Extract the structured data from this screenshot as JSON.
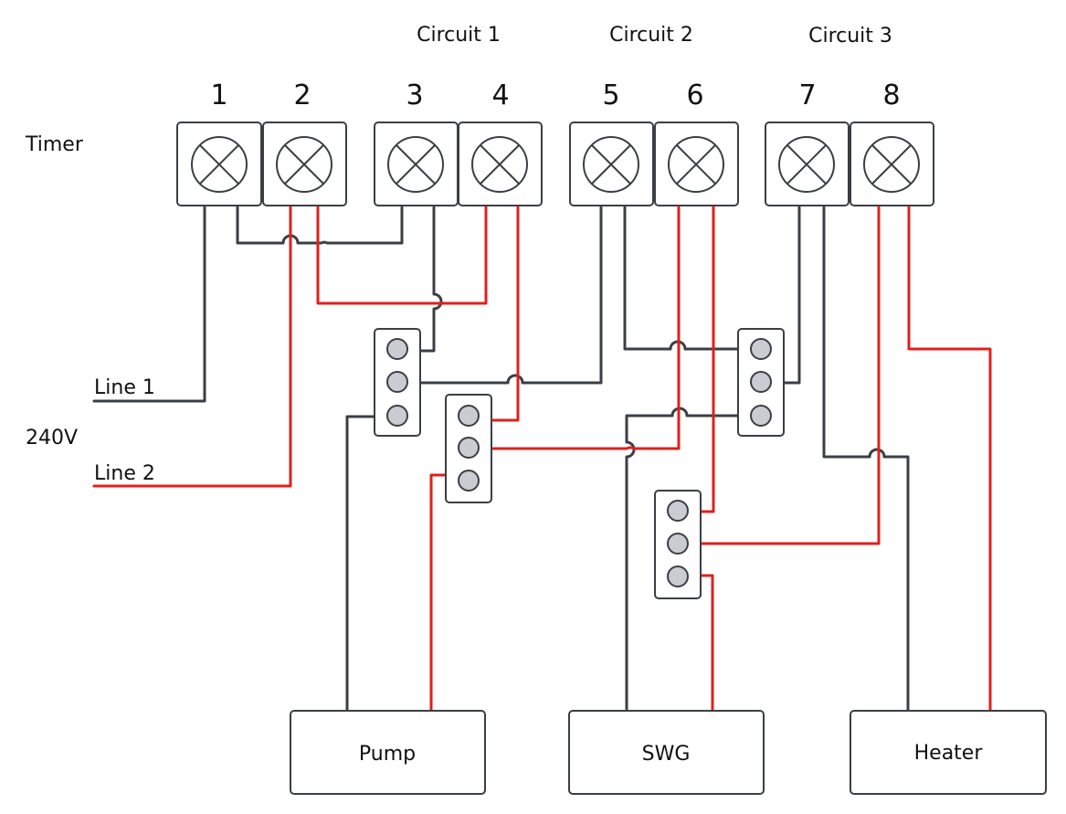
{
  "labels": {
    "timer": "Timer",
    "voltage": "240V",
    "line1": "Line 1",
    "line2": "Line 2"
  },
  "circuits": [
    "Circuit 1",
    "Circuit 2",
    "Circuit 3"
  ],
  "terminals": [
    "1",
    "2",
    "3",
    "4",
    "5",
    "6",
    "7",
    "8"
  ],
  "loads": [
    "Pump",
    "SWG",
    "Heater"
  ],
  "colors": {
    "neutral_wire": "#3a3f45",
    "live_wire": "#e0201c",
    "connector_fill": "#c9ccd2"
  }
}
